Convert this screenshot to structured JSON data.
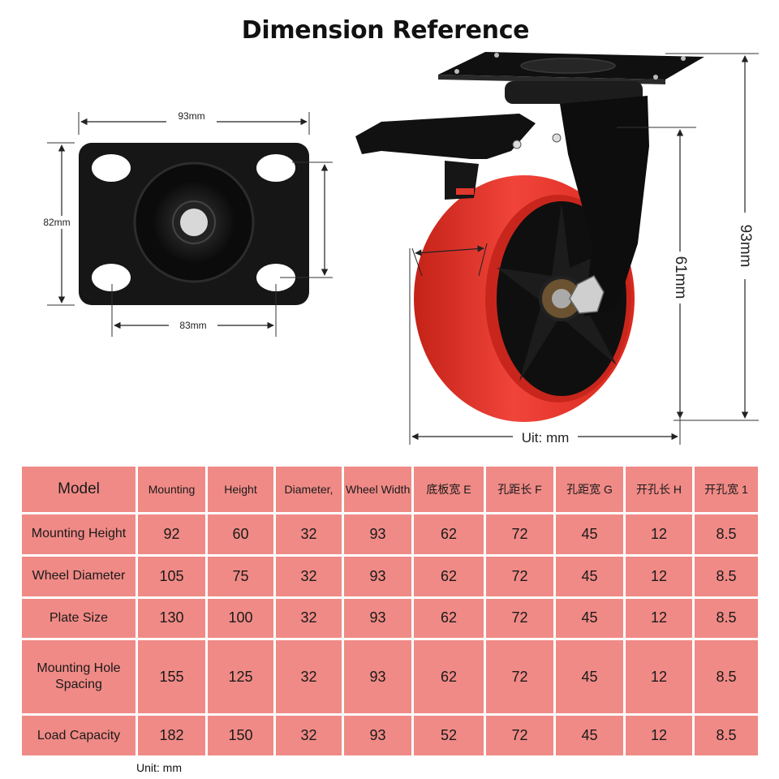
{
  "title": "Dimension Reference",
  "plate_dims": {
    "top_width": "93mm",
    "left_height": "82mm",
    "bottom_width": "83mm"
  },
  "wheel_dims": {
    "wheel_height": "61mm",
    "total_height": "93mm",
    "unit_label": "Uit: mm"
  },
  "colors": {
    "wheel_red": "#e8362b",
    "metal_black": "#141414",
    "table_pink": "#f08a86"
  },
  "table": {
    "headers": [
      "Model",
      "Mounting",
      "Height",
      "Diameter,",
      "Wheel Width",
      "底板宽 E",
      "孔距长 F",
      "孔距宽 G",
      "开孔长 H",
      "开孔宽 1"
    ],
    "rows": [
      [
        "Mounting Height",
        "92",
        "60",
        "32",
        "93",
        "62",
        "72",
        "45",
        "12",
        "8.5"
      ],
      [
        "Wheel Diameter",
        "105",
        "75",
        "32",
        "93",
        "62",
        "72",
        "45",
        "12",
        "8.5"
      ],
      [
        "Plate Size",
        "130",
        "100",
        "32",
        "93",
        "62",
        "72",
        "45",
        "12",
        "8.5"
      ],
      [
        "Mounting Hole Spacing",
        "155",
        "125",
        "32",
        "93",
        "62",
        "72",
        "45",
        "12",
        "8.5"
      ],
      [
        "Load Capacity",
        "182",
        "150",
        "32",
        "93",
        "52",
        "72",
        "45",
        "12",
        "8.5"
      ]
    ]
  },
  "unit_note": "Unit: mm"
}
